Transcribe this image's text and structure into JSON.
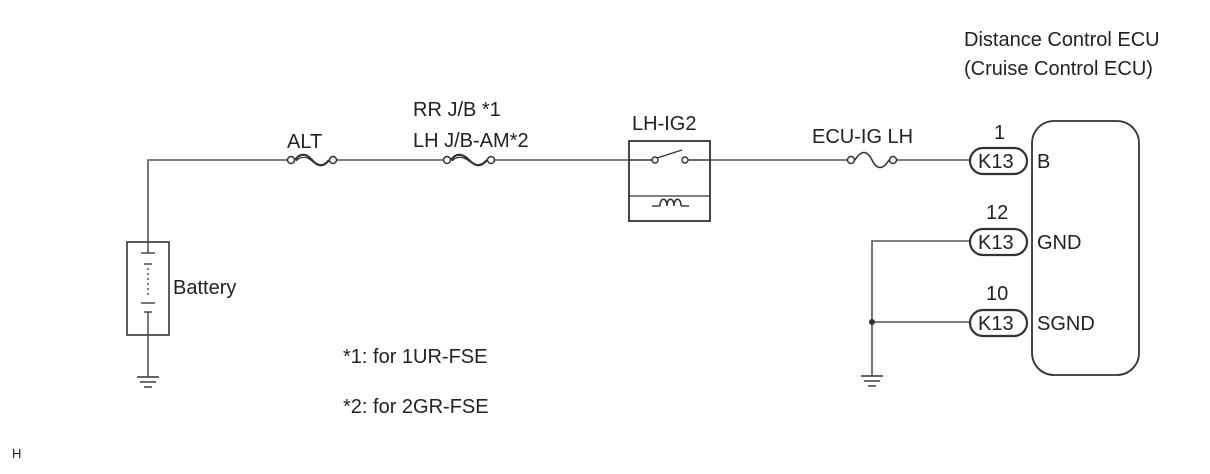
{
  "ecu": {
    "name_line1": "Distance Control ECU",
    "name_line2": "(Cruise Control ECU)"
  },
  "fuses": {
    "alt": "ALT",
    "rrjb_line1": "RR J/B *1",
    "rrjb_line2": "LH J/B-AM*2",
    "ecu_ig": "ECU-IG LH"
  },
  "relay": {
    "name": "LH-IG2"
  },
  "battery": {
    "label": "Battery"
  },
  "connectors": [
    {
      "pin": "1",
      "code": "K13",
      "terminal": "B"
    },
    {
      "pin": "12",
      "code": "K13",
      "terminal": "GND"
    },
    {
      "pin": "10",
      "code": "K13",
      "terminal": "SGND"
    }
  ],
  "notes": {
    "note1": "*1: for 1UR-FSE",
    "note2": "*2: for 2GR-FSE"
  },
  "corner_mark": "H"
}
